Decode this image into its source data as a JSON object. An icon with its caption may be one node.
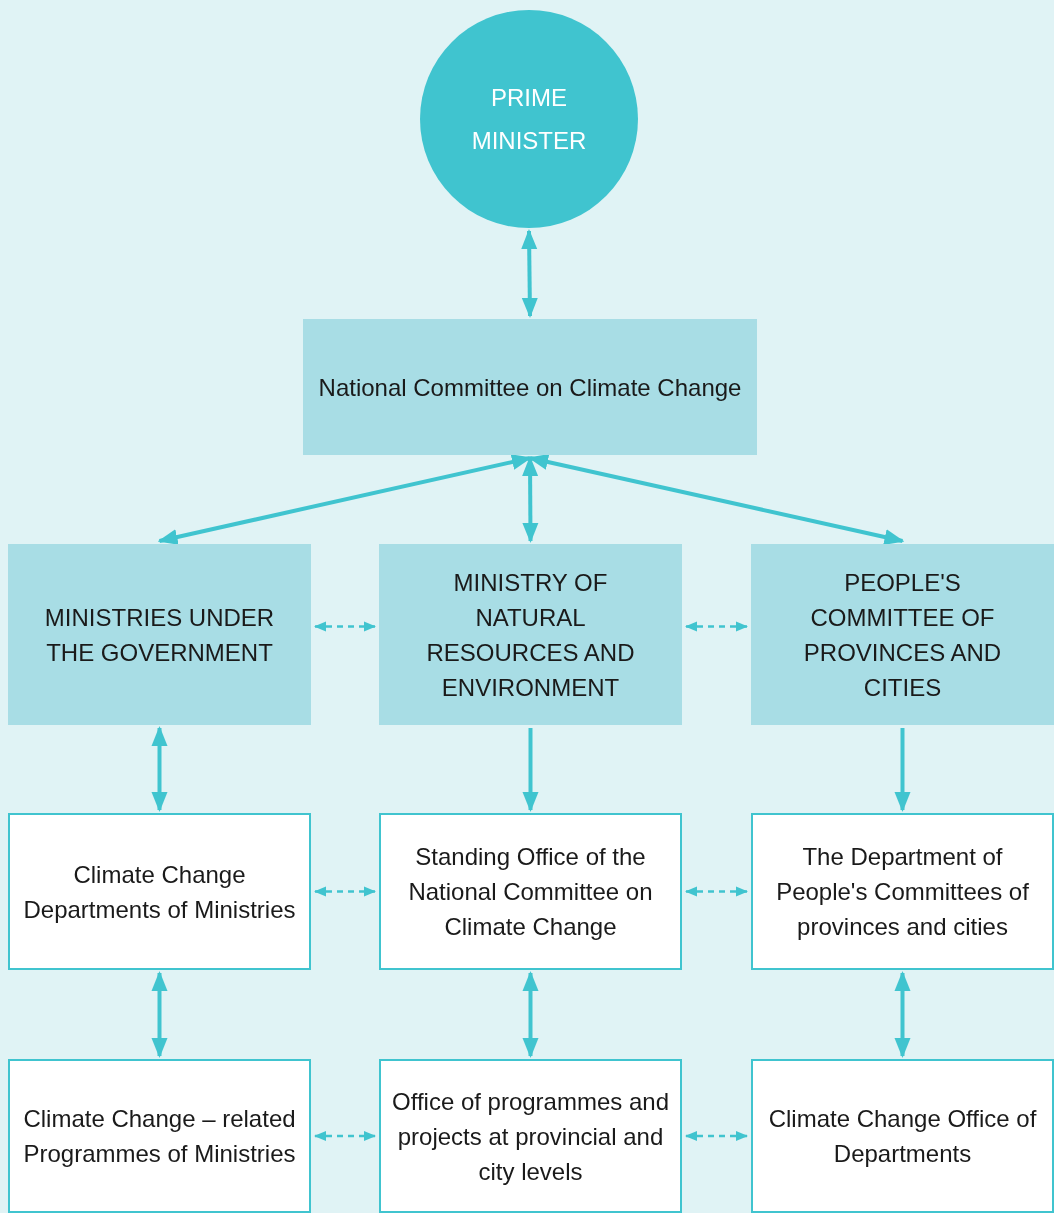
{
  "diagram": {
    "nodes": [
      {
        "text": [
          "PRIME MINISTER"
        ]
      },
      {
        "text": [
          "National Committee on Climate Change"
        ]
      },
      {
        "text": [
          "MINISTRIES UNDER THE GOVERNMENT"
        ]
      },
      {
        "text": [
          "MINISTRY OF NATURAL RESOURCES AND ENVIRONMENT"
        ]
      },
      {
        "text": [
          "PEOPLE'S COMMITTEE OF PROVINCES AND CITIES"
        ]
      },
      {
        "text": [
          "Climate Change Departments of Ministries"
        ]
      },
      {
        "text": [
          "Standing Office of the National Committee on Climate Change"
        ]
      },
      {
        "text": [
          "The Department of People's Committees of provinces and cities"
        ]
      },
      {
        "text": [
          "Climate Change – related Programmes of Ministries"
        ]
      },
      {
        "text": [
          "Office of programmes and projects at provincial and city levels"
        ]
      },
      {
        "text": [
          "Climate Change Office of Departments"
        ]
      }
    ],
    "edges": [
      {
        "from": 0,
        "to": 1,
        "arrow": "both"
      },
      {
        "from": 1,
        "to": 2,
        "arrow": "both"
      },
      {
        "from": 1,
        "to": 3,
        "arrow": "both"
      },
      {
        "from": 1,
        "to": 4,
        "arrow": "both"
      },
      {
        "from": 2,
        "to": 3,
        "arrow": "both",
        "style": "dashed"
      },
      {
        "from": 3,
        "to": 4,
        "arrow": "both",
        "style": "dashed"
      },
      {
        "from": 2,
        "to": 5,
        "arrow": "both"
      },
      {
        "from": 3,
        "to": 6,
        "arrow": "to"
      },
      {
        "from": 4,
        "to": 7,
        "arrow": "to"
      },
      {
        "from": 5,
        "to": 6,
        "arrow": "both",
        "style": "dashed"
      },
      {
        "from": 6,
        "to": 7,
        "arrow": "both",
        "style": "dashed"
      },
      {
        "from": 5,
        "to": 8,
        "arrow": "both"
      },
      {
        "from": 6,
        "to": 9,
        "arrow": "both"
      },
      {
        "from": 7,
        "to": 10,
        "arrow": "both"
      },
      {
        "from": 8,
        "to": 9,
        "arrow": "both",
        "style": "dashed"
      },
      {
        "from": 9,
        "to": 10,
        "arrow": "both",
        "style": "dashed"
      }
    ]
  }
}
